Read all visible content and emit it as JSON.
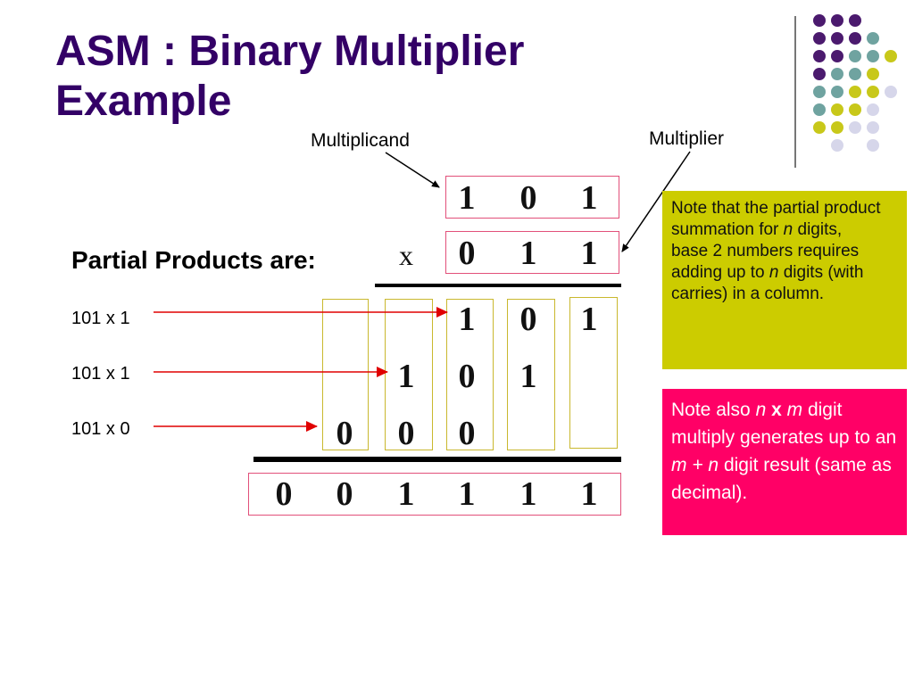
{
  "slide": {
    "title_line1": "ASM : Binary Multiplier",
    "title_line2": "Example",
    "multiplicand_label": "Multiplicand",
    "multiplier_label": "Multiplier",
    "partial_products_heading": "Partial Products are:",
    "multiplicand_digits": [
      "1",
      "0",
      "1"
    ],
    "times_sign": "x",
    "multiplier_digits": [
      "0",
      "1",
      "1"
    ],
    "partial_rows": [
      {
        "label": "101 x 1",
        "digits": [
          "1",
          "0",
          "1"
        ]
      },
      {
        "label": "101 x 1",
        "digits": [
          "1",
          "0",
          "1"
        ]
      },
      {
        "label": "101 x 0",
        "digits": [
          "0",
          "0",
          "0"
        ]
      }
    ],
    "result_digits": [
      "0",
      "0",
      "1",
      "1",
      "1",
      "1"
    ],
    "note1": {
      "t1": "Note that the partial product summation for ",
      "n1": "n",
      "t2": " digits,",
      "t3": "base 2 numbers requires adding up to ",
      "n2": "n",
      "t4": " digits (with carries) in a column."
    },
    "note2": {
      "t1": "Note also ",
      "n": "n",
      "x": "x",
      "m": "m",
      "t2": " digit multiply generates up to an ",
      "expr": "m + n",
      "t3": " digit result (same as",
      "t4": "decimal)."
    },
    "colors": {
      "title": "#330066",
      "note1_bg": "#cccc00",
      "note2_bg": "#ff0066",
      "arrow": "#e00000",
      "dot_purple": "#4b1a6e",
      "dot_teal": "#6fa3a0",
      "dot_yellow": "#c8c81a",
      "dot_lavender": "#d6d6ea"
    }
  }
}
